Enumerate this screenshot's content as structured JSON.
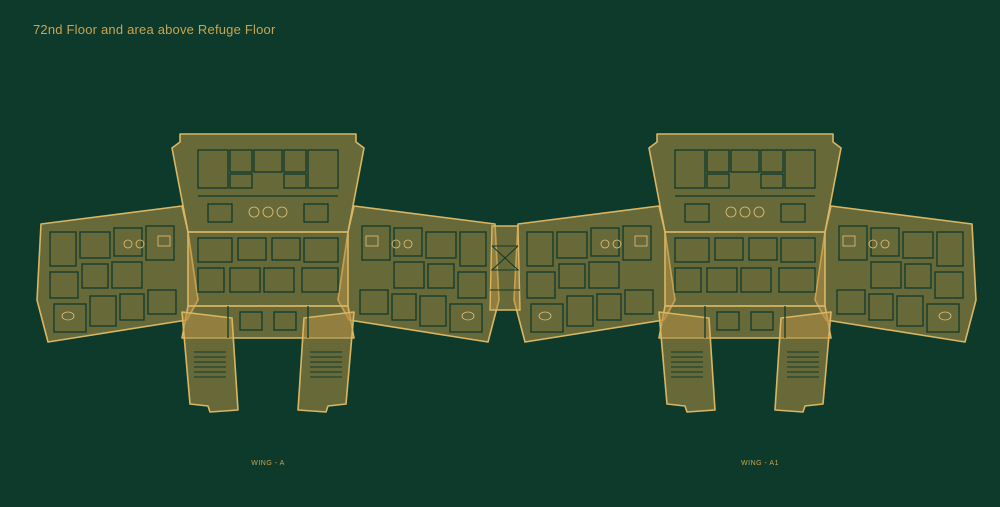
{
  "page": {
    "title": "72nd Floor and area above Refuge Floor"
  },
  "wings": [
    {
      "label": "WING - A"
    },
    {
      "label": "WING - A1"
    }
  ],
  "colors": {
    "background": "#0d3a2b",
    "floor_plate": "#b58f45",
    "linework": "#d2ae60",
    "text": "#c9a452"
  }
}
